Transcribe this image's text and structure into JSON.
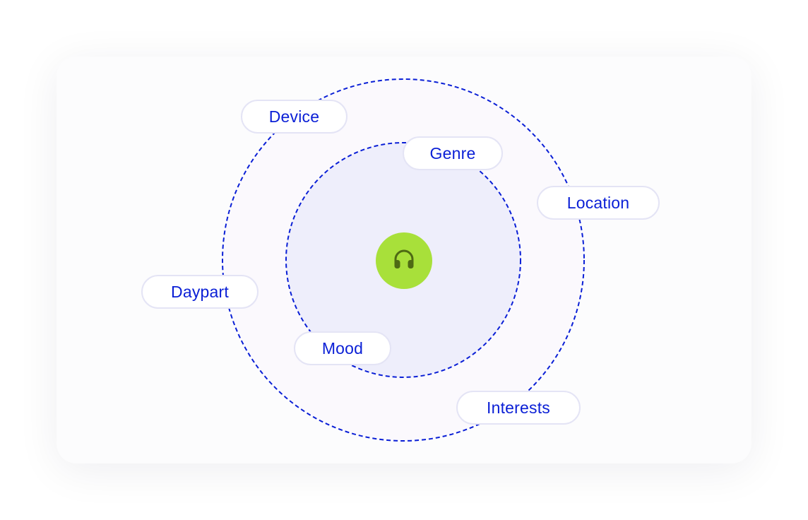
{
  "colors": {
    "accent": "#0a1fd6",
    "hub": "#a8e03a",
    "hub_icon": "#4e6a14",
    "outer_fill": "#fbf9fd",
    "inner_fill": "#eeeefb"
  },
  "center": {
    "icon": "headphones-icon"
  },
  "targets": {
    "device": "Device",
    "genre": "Genre",
    "location": "Location",
    "daypart": "Daypart",
    "mood": "Mood",
    "interests": "Interests"
  }
}
